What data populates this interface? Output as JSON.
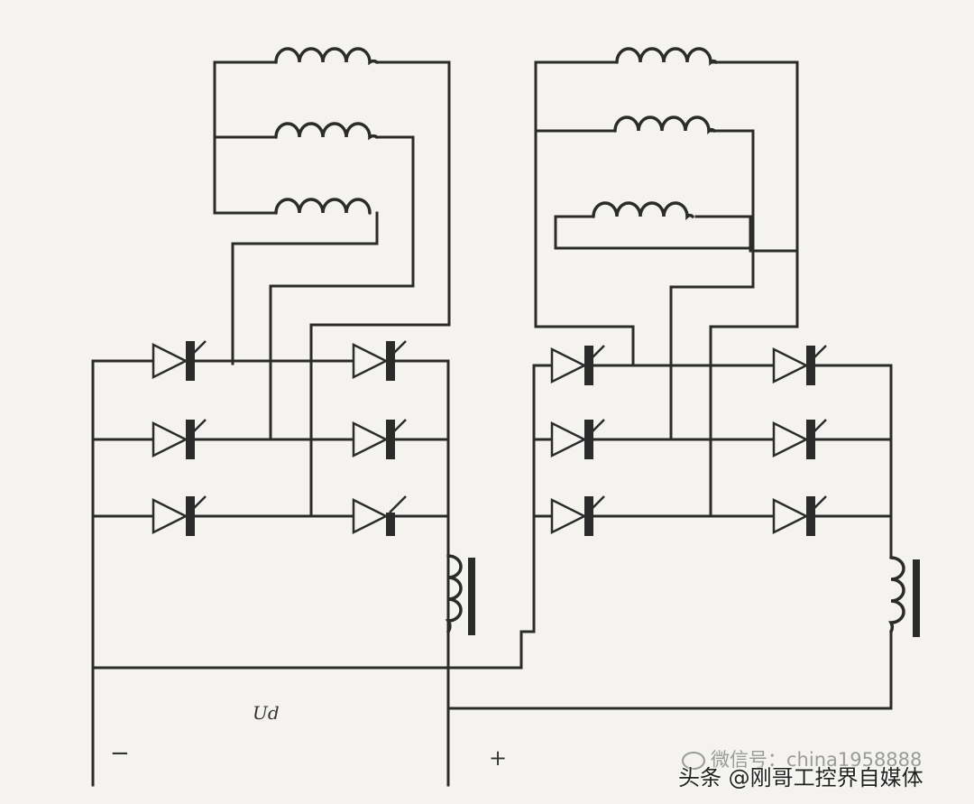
{
  "labels": {
    "voltage": "Ud",
    "minus": "−",
    "plus": "+"
  },
  "watermark": {
    "line1": "微信号：china1958888",
    "line2": "头条 @刚哥工控界自媒体"
  },
  "colors": {
    "line": "#2b2b2b",
    "background": "#f4f3ef"
  }
}
